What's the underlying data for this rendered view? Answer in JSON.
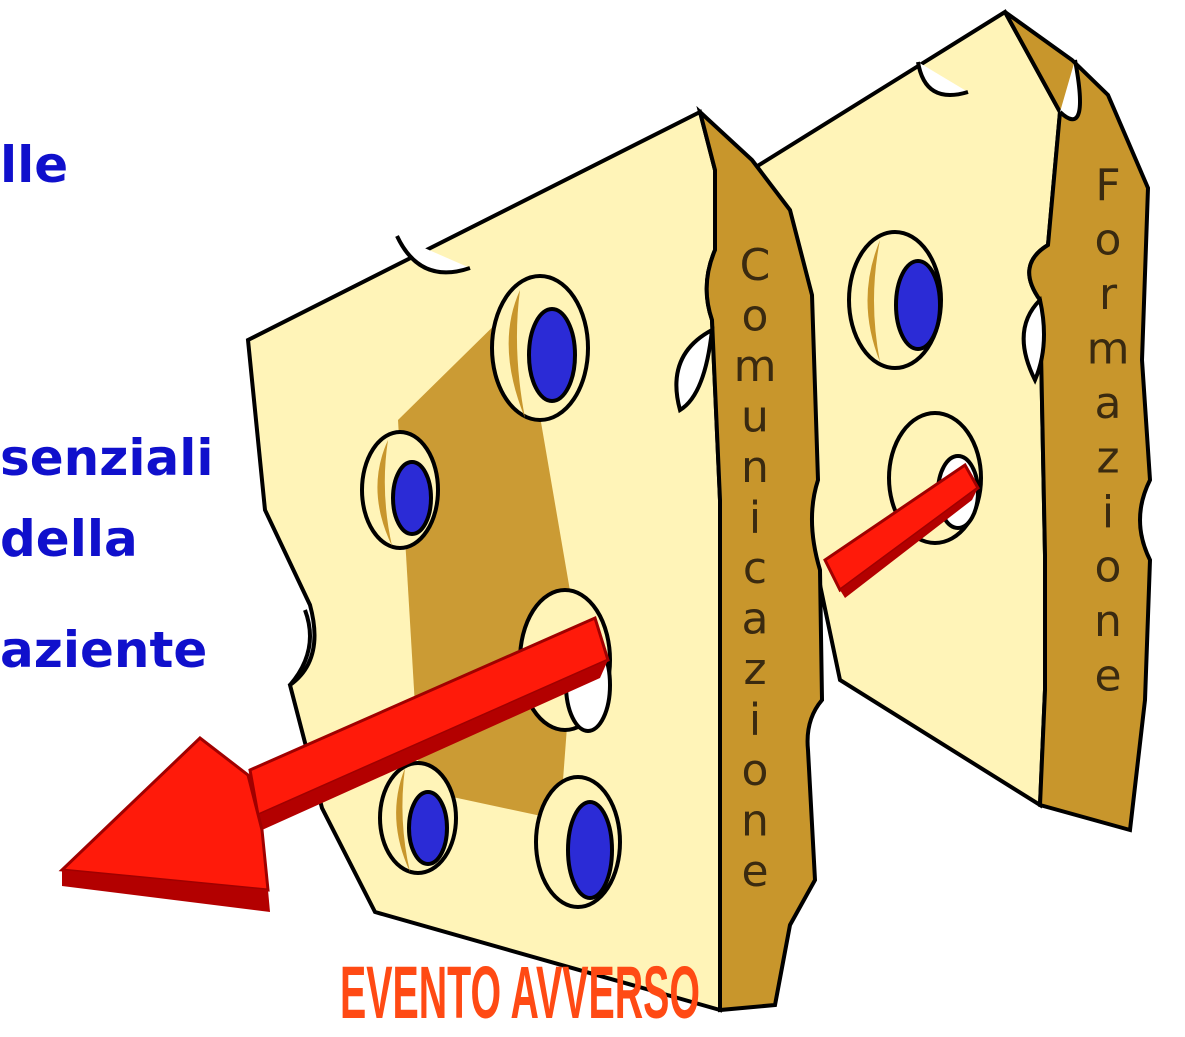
{
  "text_fragments": {
    "line_1": "lle",
    "line_2": "senziali",
    "line_3": "della",
    "line_4": "aziente"
  },
  "labels": {
    "front_slice_edge": "Comunicazione",
    "back_slice_edge": "Formazione",
    "outcome": "EVENTO AVVERSO"
  },
  "colors": {
    "text_blue": "#1010cc",
    "cheese_face": "#fff4b8",
    "cheese_edge": "#c8962c",
    "hole_fill": "#2b2bd6",
    "arrow_red": "#ff1a0a",
    "outcome_orange": "#ff4a14"
  }
}
